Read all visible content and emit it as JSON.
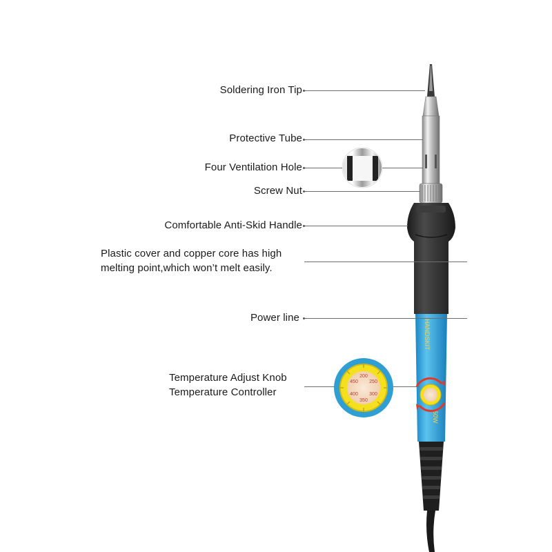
{
  "callouts": {
    "tip": "Soldering Iron Tip",
    "tube": "Protective Tube",
    "vent": "Four Ventilation Hole",
    "nut": "Screw Nut",
    "handle": "Comfortable Anti-Skid Handle",
    "plastic_line1": "Plastic cover and copper core has high",
    "plastic_line2": "melting point,which won’t melt easily.",
    "power": "Power line",
    "knob_line1": "Temperature Adjust Knob",
    "knob_line2": "Temperature Controller"
  },
  "product": {
    "brand_text": "HANDSKIT",
    "dial_marks": [
      "200",
      "250",
      "300",
      "350",
      "400",
      "450"
    ],
    "spec_text": "60W"
  },
  "colors": {
    "body_blue": "#2fa6dc",
    "handle_black": "#2b2b2b",
    "knob_yellow": "#f4e01e",
    "arrow_red": "#e23a2a",
    "metal": "#c9c9c9"
  }
}
